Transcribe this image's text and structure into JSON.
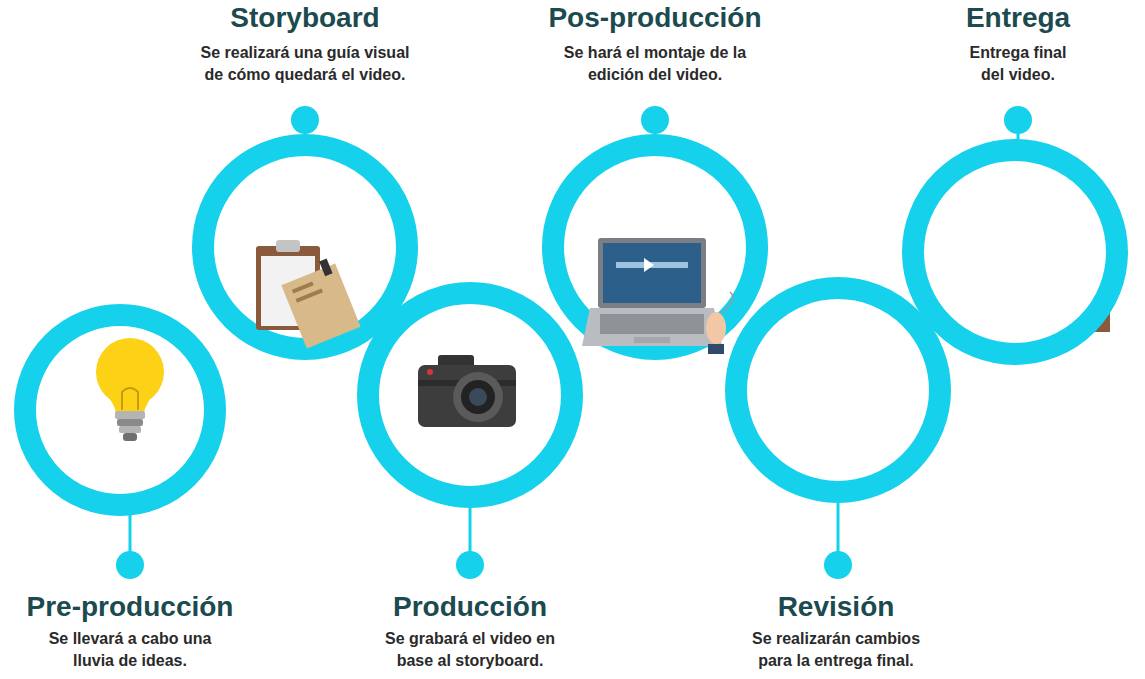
{
  "diagram": {
    "nodes": [
      {
        "text": [
          "Pre-producción",
          "Se llevará a cabo una lluvia de ideas."
        ]
      },
      {
        "text": [
          "Storyboard",
          "Se realizará una guía visual de cómo quedará el video."
        ]
      },
      {
        "text": [
          "Producción",
          "Se grabará el video en base al storyboard."
        ]
      },
      {
        "text": [
          "Pos-producción",
          "Se hará el montaje de la edición del video."
        ]
      },
      {
        "text": [
          "Revisión",
          "Se realizarán cambios para la entrega final."
        ]
      },
      {
        "text": [
          "Entrega",
          "Entrega final del video."
        ]
      }
    ]
  }
}
